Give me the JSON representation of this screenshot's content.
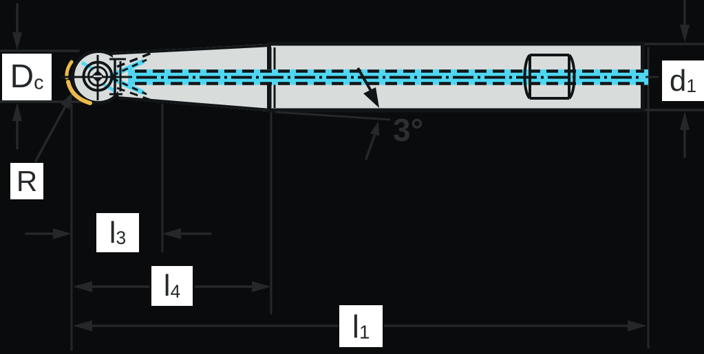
{
  "figure": {
    "description": "Technical side-view dimension drawing of a ball nose milling cutter with tapered neck, cylindrical shank and internal coolant channel"
  },
  "labels": {
    "dc": {
      "main": "D",
      "sub": "c"
    },
    "d1": {
      "main": "d",
      "sub": "1"
    },
    "r": {
      "main": "R",
      "sub": ""
    },
    "l3": {
      "main": "l",
      "sub": "3"
    },
    "l4": {
      "main": "l",
      "sub": "4"
    },
    "l1": {
      "main": "l",
      "sub": "1"
    },
    "angle": "3°"
  },
  "colors": {
    "background": "#0a0b0c",
    "body_fill": "#d8dddc",
    "outline_black": "#111517",
    "coolant_cyan": "#4fd7f2",
    "edge_highlight_yellow": "#ecba4d",
    "dimension_gray": "#242829",
    "label_box": "#ffffff",
    "label_text": "#26292b",
    "angle_text": "#2b2f30"
  }
}
